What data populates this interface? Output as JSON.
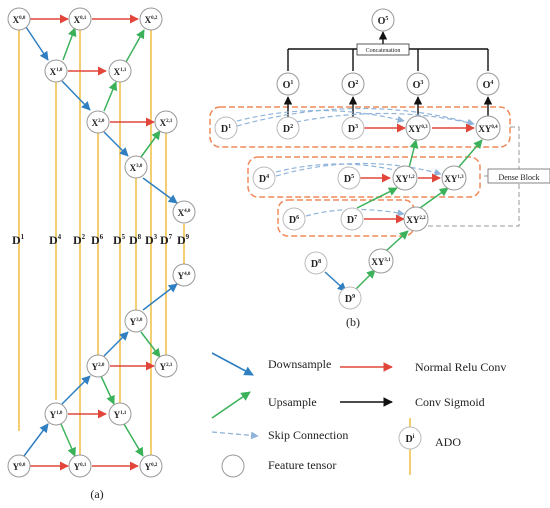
{
  "panel_a": {
    "caption": "(a)",
    "x_nodes": [
      {
        "label": "X",
        "sup": "0,0"
      },
      {
        "label": "X",
        "sup": "0,1"
      },
      {
        "label": "X",
        "sup": "0,2"
      },
      {
        "label": "X",
        "sup": "1,0"
      },
      {
        "label": "X",
        "sup": "1,1"
      },
      {
        "label": "X",
        "sup": "2,0"
      },
      {
        "label": "X",
        "sup": "2,1"
      },
      {
        "label": "X",
        "sup": "3,0"
      },
      {
        "label": "X",
        "sup": "4,0"
      }
    ],
    "y_nodes": [
      {
        "label": "Y",
        "sup": "4,0"
      },
      {
        "label": "Y",
        "sup": "3,0"
      },
      {
        "label": "Y",
        "sup": "2,0"
      },
      {
        "label": "Y",
        "sup": "2,1"
      },
      {
        "label": "Y",
        "sup": "1,0"
      },
      {
        "label": "Y",
        "sup": "1,1"
      },
      {
        "label": "Y",
        "sup": "0,0"
      },
      {
        "label": "Y",
        "sup": "0,1"
      },
      {
        "label": "Y",
        "sup": "0,2"
      }
    ],
    "ado_labels": [
      {
        "label": "D",
        "sup": "1"
      },
      {
        "label": "D",
        "sup": "4"
      },
      {
        "label": "D",
        "sup": "2"
      },
      {
        "label": "D",
        "sup": "6"
      },
      {
        "label": "D",
        "sup": "5"
      },
      {
        "label": "D",
        "sup": "8"
      },
      {
        "label": "D",
        "sup": "3"
      },
      {
        "label": "D",
        "sup": "7"
      },
      {
        "label": "D",
        "sup": "9"
      }
    ]
  },
  "panel_b": {
    "caption": "(b)",
    "output_top": {
      "label": "O",
      "sup": "5"
    },
    "concatenation_label": "Concatenation",
    "outputs": [
      {
        "label": "O",
        "sup": "1"
      },
      {
        "label": "O",
        "sup": "2"
      },
      {
        "label": "O",
        "sup": "3"
      },
      {
        "label": "O",
        "sup": "4"
      }
    ],
    "row1": [
      {
        "label": "D",
        "sup": "1"
      },
      {
        "label": "D",
        "sup": "2"
      },
      {
        "label": "D",
        "sup": "3"
      },
      {
        "label": "XY",
        "sup": "0,3"
      },
      {
        "label": "XY",
        "sup": "0,4"
      }
    ],
    "row2": [
      {
        "label": "D",
        "sup": "4"
      },
      {
        "label": "D",
        "sup": "5"
      },
      {
        "label": "XY",
        "sup": "1,2"
      },
      {
        "label": "XY",
        "sup": "1,3"
      }
    ],
    "row3": [
      {
        "label": "D",
        "sup": "6"
      },
      {
        "label": "D",
        "sup": "7"
      },
      {
        "label": "XY",
        "sup": "2,2"
      }
    ],
    "row4": [
      {
        "label": "D",
        "sup": "8"
      },
      {
        "label": "XY",
        "sup": "3,1"
      }
    ],
    "row5": [
      {
        "label": "D",
        "sup": "9"
      }
    ],
    "dense_block_label": "Dense Block"
  },
  "legend": {
    "downsample": "Downsample",
    "normal_relu_conv": "Normal Relu Conv",
    "upsample": "Upsample",
    "conv_sigmoid": "Conv Sigmoid",
    "skip_connection": "Skip Connection",
    "ado_symbol": {
      "label": "D",
      "sup": "i"
    },
    "ado": "ADO",
    "feature_tensor": "Feature tensor"
  },
  "colors": {
    "downsample": "#2f7fc1",
    "normal_relu_conv": "#e2463a",
    "upsample": "#3bb25a",
    "conv_sigmoid": "#111111",
    "skip_connection": "#8fb3d9",
    "ado_line": "#f2c14e",
    "dense_block": "#ef8a5a",
    "dense_link": "#9a9a9a"
  }
}
